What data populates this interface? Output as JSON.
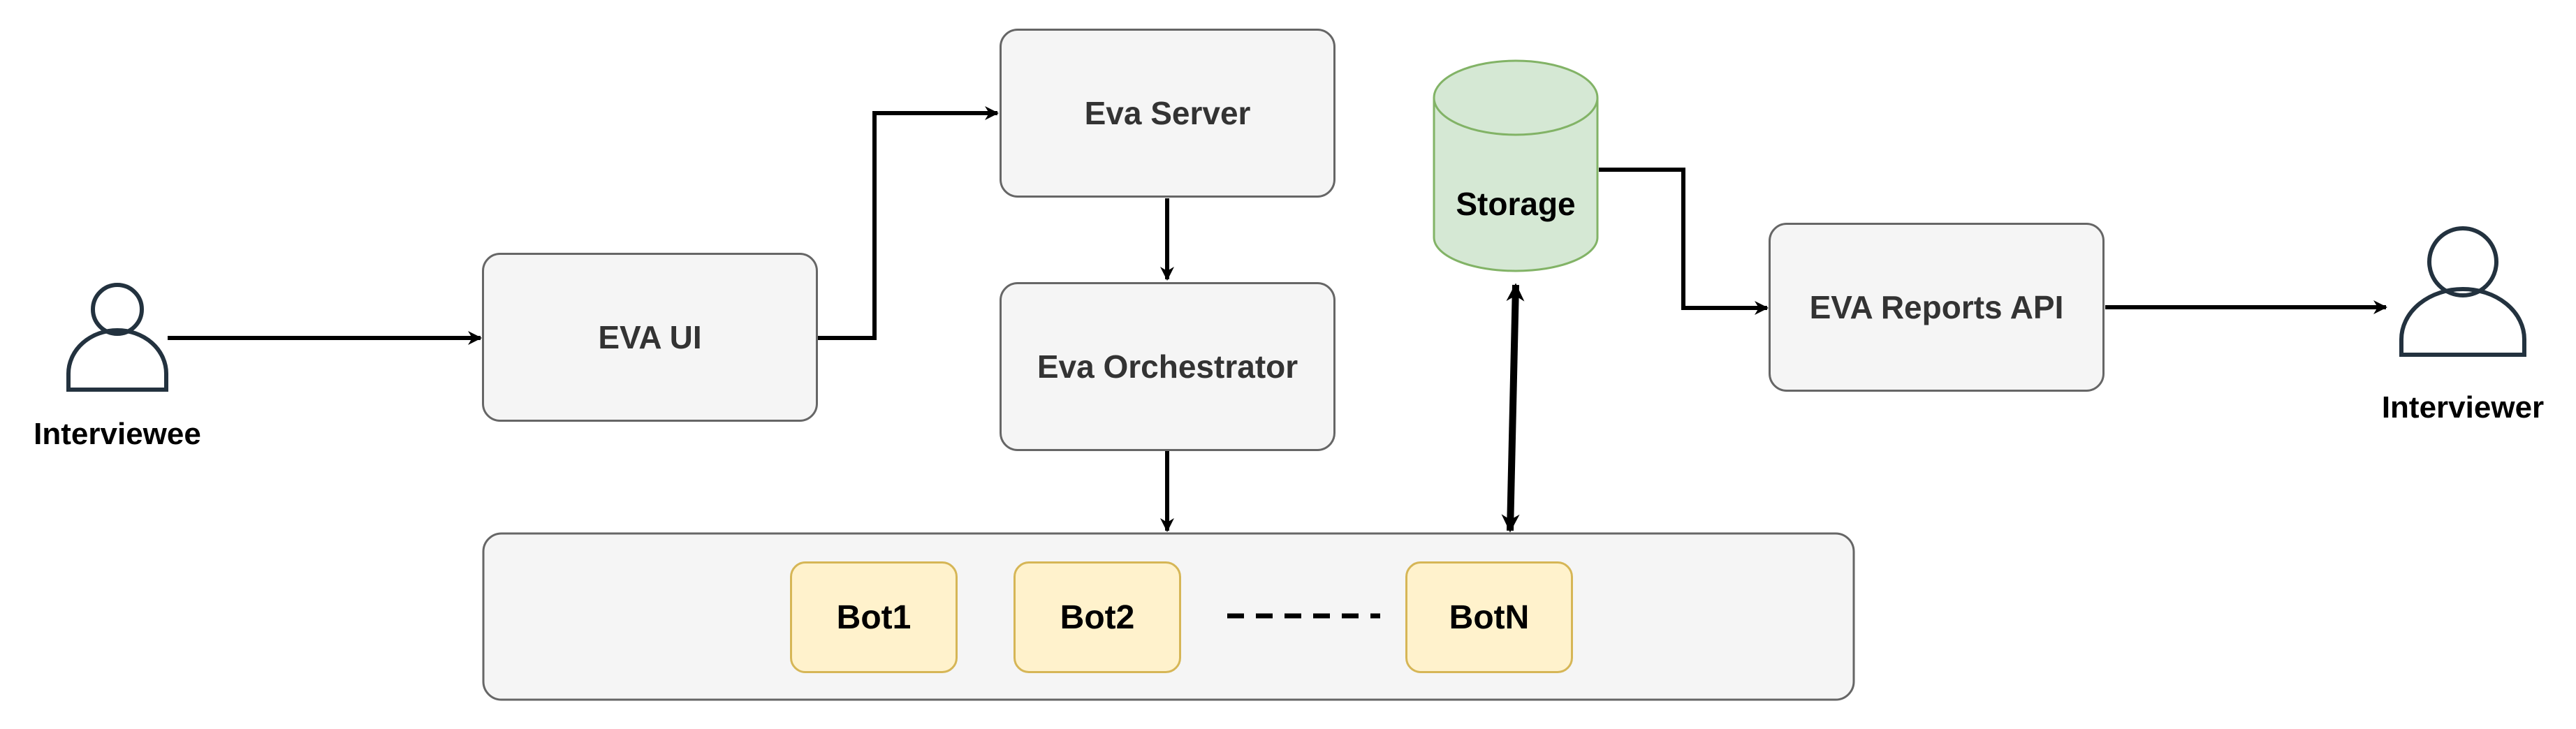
{
  "diagram": {
    "actors": {
      "interviewee": "Interviewee",
      "interviewer": "Interviewer"
    },
    "nodes": {
      "eva_ui": "EVA UI",
      "eva_server": "Eva Server",
      "eva_orchestrator": "Eva Orchestrator",
      "storage": "Storage",
      "eva_reports_api": "EVA Reports API"
    },
    "bots": [
      "Bot1",
      "Bot2",
      "BotN"
    ],
    "colors": {
      "box_fill": "#f5f5f5",
      "box_stroke": "#666666",
      "bot_fill": "#fff2cc",
      "bot_stroke": "#d6b656",
      "storage_fill": "#d5e8d4",
      "storage_stroke": "#82b366",
      "actor_stroke": "#23323f",
      "edge": "#000000"
    },
    "edges": [
      {
        "from": "interviewee",
        "to": "eva_ui",
        "direction": "forward"
      },
      {
        "from": "eva_ui",
        "to": "eva_server",
        "direction": "forward"
      },
      {
        "from": "eva_server",
        "to": "eva_orchestrator",
        "direction": "forward"
      },
      {
        "from": "eva_orchestrator",
        "to": "bot_pool",
        "direction": "forward"
      },
      {
        "from": "storage",
        "to": "bot_pool",
        "direction": "both"
      },
      {
        "from": "storage",
        "to": "eva_reports_api",
        "direction": "forward"
      },
      {
        "from": "eva_reports_api",
        "to": "interviewer",
        "direction": "forward"
      }
    ]
  }
}
